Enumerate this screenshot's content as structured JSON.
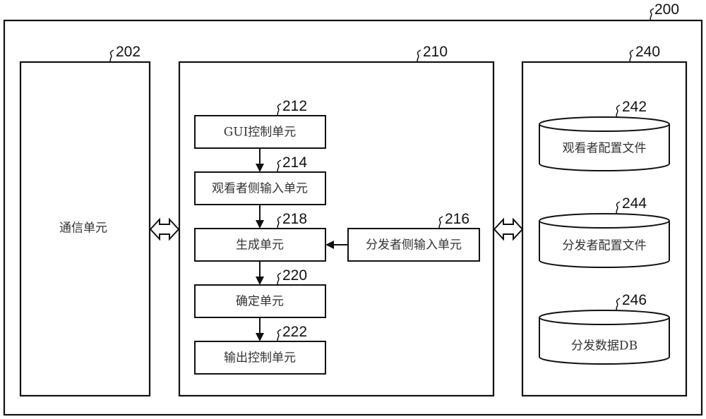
{
  "diagram": {
    "system": {
      "ref": "200"
    },
    "communication": {
      "ref": "202",
      "label": "通信单元"
    },
    "control": {
      "ref": "210",
      "units": [
        {
          "id": "gui",
          "ref": "212",
          "label": "GUI控制单元"
        },
        {
          "id": "viewer-input",
          "ref": "214",
          "label": "观看者侧输入单元"
        },
        {
          "id": "generation",
          "ref": "218",
          "label": "生成单元"
        },
        {
          "id": "determination",
          "ref": "220",
          "label": "确定单元"
        },
        {
          "id": "output-control",
          "ref": "222",
          "label": "输出控制单元"
        }
      ],
      "side_unit": {
        "id": "distributor-input",
        "ref": "216",
        "label": "分发者侧输入单元"
      }
    },
    "storage": {
      "ref": "240",
      "databases": [
        {
          "id": "viewer-profile",
          "ref": "242",
          "label": "观看者配置文件"
        },
        {
          "id": "distributor-profile",
          "ref": "244",
          "label": "分发者配置文件"
        },
        {
          "id": "distribution-db",
          "ref": "246",
          "label": "分发数据DB"
        }
      ]
    },
    "connections": [
      {
        "from": "gui",
        "to": "viewer-input",
        "type": "arrow"
      },
      {
        "from": "viewer-input",
        "to": "generation",
        "type": "arrow"
      },
      {
        "from": "distributor-input",
        "to": "generation",
        "type": "arrow"
      },
      {
        "from": "generation",
        "to": "determination",
        "type": "arrow"
      },
      {
        "from": "determination",
        "to": "output-control",
        "type": "arrow"
      },
      {
        "from": "communication",
        "to": "control",
        "type": "bidirectional"
      },
      {
        "from": "control",
        "to": "storage",
        "type": "bidirectional"
      }
    ]
  }
}
